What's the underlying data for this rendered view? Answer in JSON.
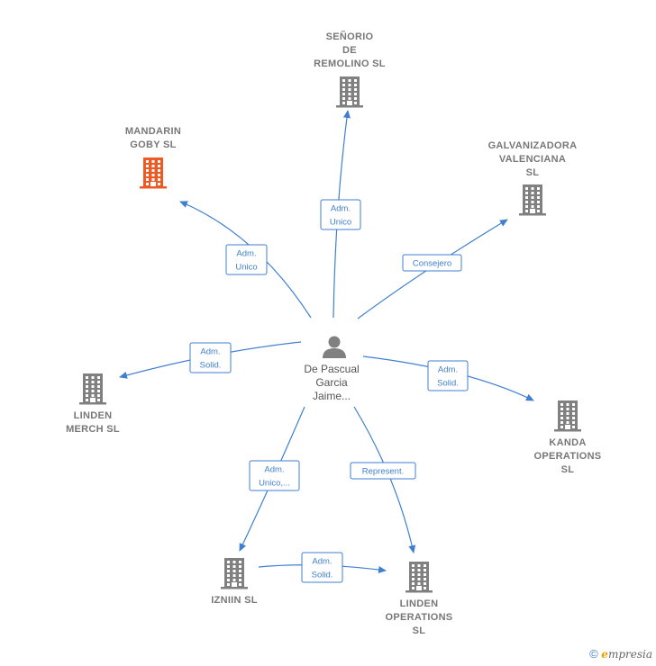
{
  "colors": {
    "building": "#808080",
    "building_accent": "#ee5a24",
    "edge": "#3f7fd0",
    "person": "#808080"
  },
  "center": {
    "icon": "person-icon",
    "lines": [
      "De Pascual",
      "Garcia",
      "Jaime..."
    ]
  },
  "nodes": [
    {
      "id": "senorio",
      "lines": [
        "SEÑORIO",
        "DE",
        "REMOLINO  SL"
      ],
      "accent": false
    },
    {
      "id": "mandarin",
      "lines": [
        "MANDARIN",
        "GOBY  SL"
      ],
      "accent": true
    },
    {
      "id": "galvanizadora",
      "lines": [
        "GALVANIZADORA",
        "VALENCIANA",
        "SL"
      ],
      "accent": false
    },
    {
      "id": "linden-merch",
      "lines": [
        "LINDEN",
        "MERCH  SL"
      ],
      "accent": false
    },
    {
      "id": "kanda",
      "lines": [
        "KANDA",
        "OPERATIONS",
        "SL"
      ],
      "accent": false
    },
    {
      "id": "izniin",
      "lines": [
        "IZNIIN  SL"
      ],
      "accent": false
    },
    {
      "id": "linden-ops",
      "lines": [
        "LINDEN",
        "OPERATIONS",
        "SL"
      ],
      "accent": false
    }
  ],
  "edges": [
    {
      "id": "to-senorio",
      "lines": [
        "Adm.",
        "Unico"
      ]
    },
    {
      "id": "to-mandarin",
      "lines": [
        "Adm.",
        "Unico"
      ]
    },
    {
      "id": "to-galvanizadora",
      "lines": [
        "Consejero"
      ]
    },
    {
      "id": "to-linden-merch",
      "lines": [
        "Adm.",
        "Solid."
      ]
    },
    {
      "id": "to-kanda",
      "lines": [
        "Adm.",
        "Solid."
      ]
    },
    {
      "id": "to-izniin",
      "lines": [
        "Adm.",
        "Unico,..."
      ]
    },
    {
      "id": "to-linden-ops",
      "lines": [
        "Represent."
      ]
    },
    {
      "id": "izniin-to-linden-ops",
      "lines": [
        "Adm.",
        "Solid."
      ]
    }
  ],
  "footer": {
    "symbol": "©",
    "brand_initial": "e",
    "brand_rest": "mpresia"
  }
}
